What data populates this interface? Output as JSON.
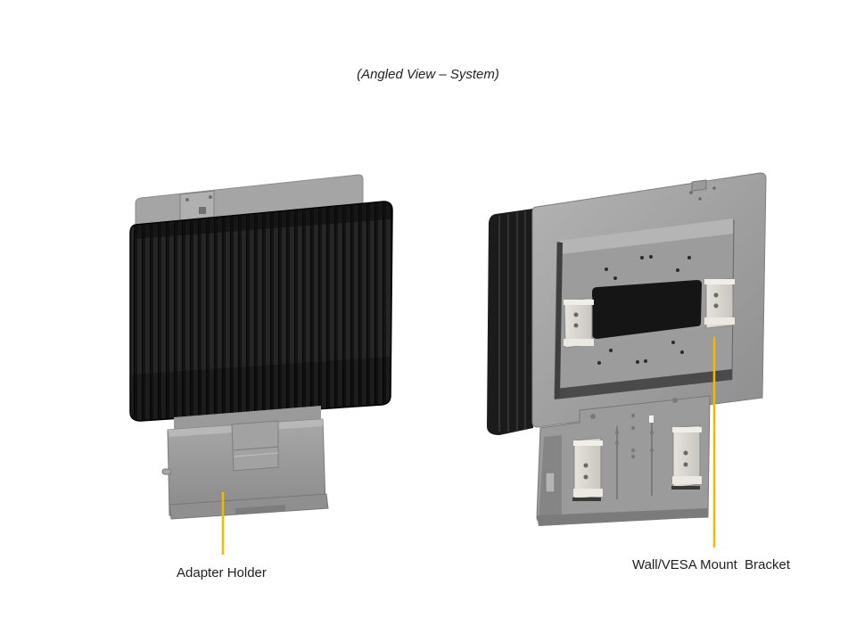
{
  "caption": "(Angled View – System)",
  "figures": {
    "left": {
      "description": "System front with black finned heatsink and adapter holder",
      "callout": {
        "label": "Adapter Holder",
        "color": "#f5b800"
      }
    },
    "right": {
      "description": "System rear with Wall/VESA mount bracket and DIN clips",
      "callout": {
        "label": "Wall/VESA Mount  Bracket",
        "color": "#f5b800"
      }
    }
  },
  "colors": {
    "background": "#ffffff",
    "chassis_gray": "#9e9e9e",
    "heatsink_black": "#1c1c1c",
    "clip_light": "#d9d6cf",
    "callout_yellow": "#f5b800"
  }
}
